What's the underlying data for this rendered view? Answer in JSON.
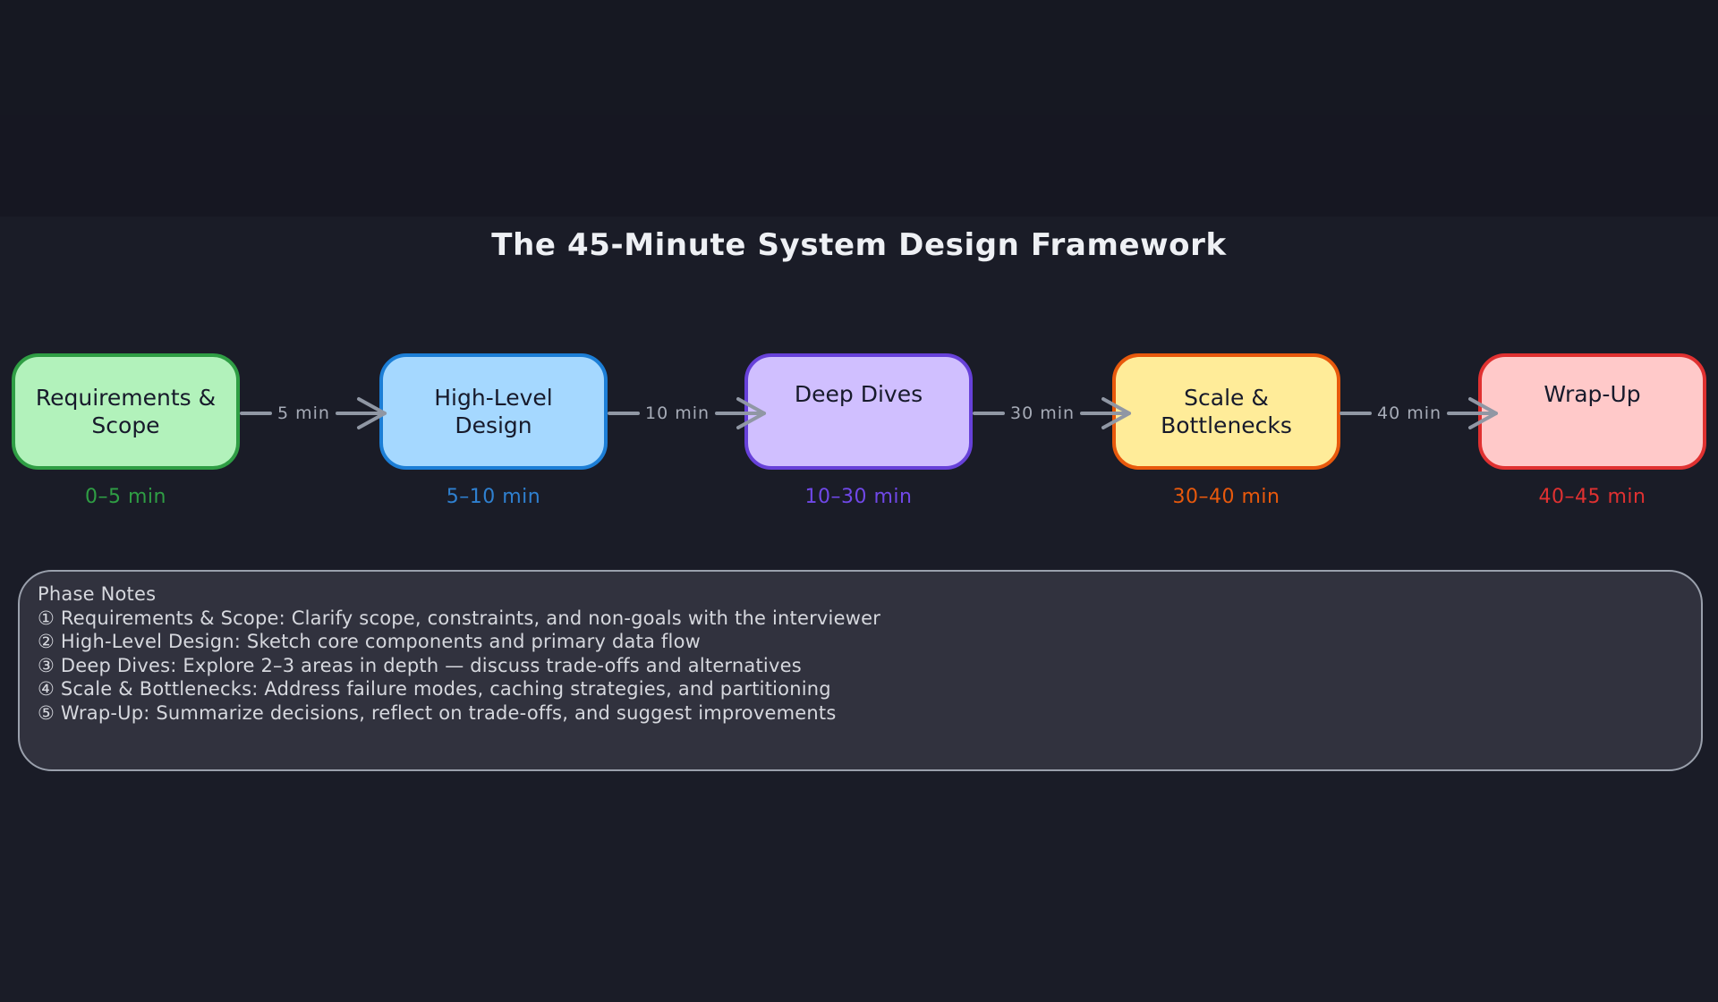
{
  "title": "The 45-Minute System Design Framework",
  "background_color": "#1a1c27",
  "phases": [
    {
      "label": "Requirements & Scope",
      "time_range": "0–5 min",
      "fill": "#b2f2bb",
      "border": "#2f9e44",
      "time_color": "#2f9e44"
    },
    {
      "label": "High-Level Design",
      "time_range": "5–10 min",
      "fill": "#a5d8ff",
      "border": "#1c7ed6",
      "time_color": "#2f80d0"
    },
    {
      "label": "Deep Dives",
      "time_range": "10–30 min",
      "fill": "#d0bfff",
      "border": "#6741d9",
      "time_color": "#7048e8"
    },
    {
      "label": "Scale & Bottlenecks",
      "time_range": "30–40 min",
      "fill": "#ffec99",
      "border": "#e8590c",
      "time_color": "#e8590c"
    },
    {
      "label": "Wrap-Up",
      "time_range": "40–45 min",
      "fill": "#ffc9c9",
      "border": "#e03131",
      "time_color": "#e03131"
    }
  ],
  "connectors": [
    {
      "label": "5 min"
    },
    {
      "label": "10 min"
    },
    {
      "label": "30 min"
    },
    {
      "label": "40 min"
    }
  ],
  "arrow_color": "#9097a4",
  "notes": {
    "title": "Phase Notes",
    "items": [
      "① Requirements & Scope: Clarify scope, constraints, and non-goals with the interviewer",
      "② High-Level Design: Sketch core components and primary data flow",
      "③ Deep Dives: Explore 2–3 areas in depth — discuss trade-offs and alternatives",
      "④ Scale & Bottlenecks: Address failure modes, caching strategies, and partitioning",
      "⑤ Wrap-Up: Summarize decisions, reflect on trade-offs, and suggest improvements"
    ]
  }
}
